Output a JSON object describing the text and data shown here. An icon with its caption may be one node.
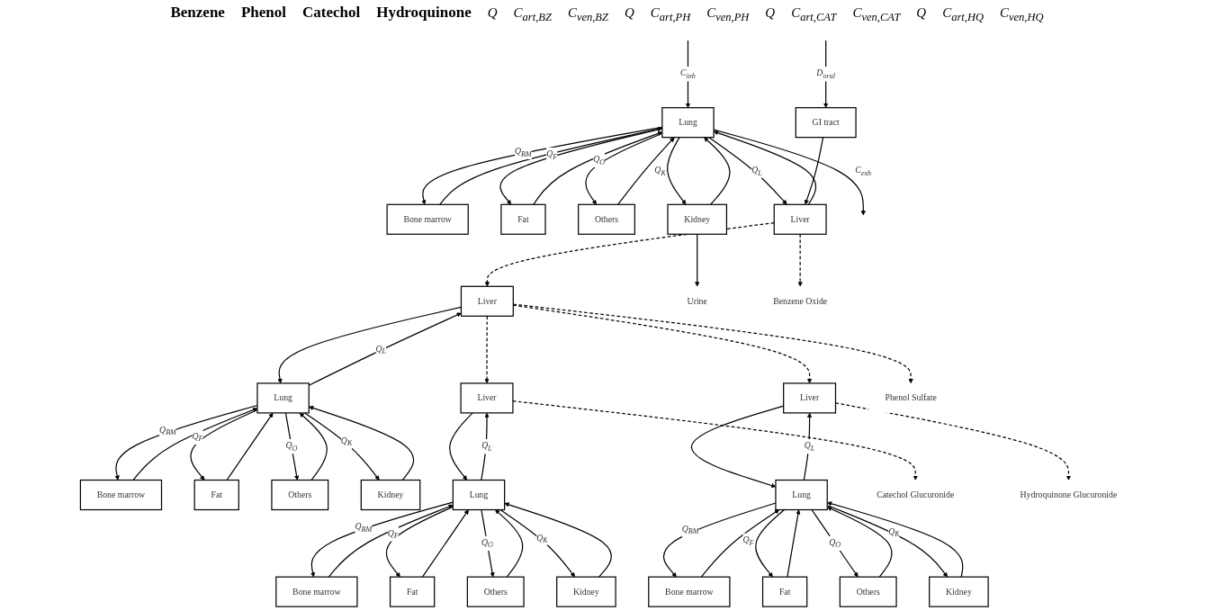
{
  "diagram": {
    "nodes": [
      {
        "text": [
          "Lung"
        ]
      },
      {
        "text": [
          "Bone marrow"
        ]
      },
      {
        "text": [
          "Fat"
        ]
      },
      {
        "text": [
          "Others"
        ]
      },
      {
        "text": [
          "Kidney"
        ]
      },
      {
        "text": [
          "Liver"
        ]
      },
      {
        "text": [
          "Lung"
        ]
      },
      {
        "text": [
          "Bone marrow"
        ]
      },
      {
        "text": [
          "Fat"
        ]
      },
      {
        "text": [
          "Others"
        ]
      },
      {
        "text": [
          "Kidney"
        ]
      },
      {
        "text": [
          "Liver"
        ]
      },
      {
        "text": [
          "Lung"
        ]
      },
      {
        "text": [
          "Bone marrow"
        ]
      },
      {
        "text": [
          "Fat"
        ]
      },
      {
        "text": [
          "Others"
        ]
      },
      {
        "text": [
          "Kidney"
        ]
      },
      {
        "text": [
          "Liver"
        ]
      },
      {
        "text": [
          "Lung"
        ]
      },
      {
        "text": [
          "Bone marrow"
        ]
      },
      {
        "text": [
          "Fat"
        ]
      },
      {
        "text": [
          "Others"
        ]
      },
      {
        "text": [
          "Kidney"
        ]
      },
      {
        "text": [
          "Liver"
        ]
      },
      {
        "text": [
          "Urine"
        ]
      },
      {
        "text": [
          "GI tract"
        ]
      },
      {
        "text": [
          "Benzene Oxide"
        ]
      },
      {
        "text": [
          "Phenol Sulfate"
        ]
      },
      {
        "text": [
          "Catechol Glucuronide"
        ]
      },
      {
        "text": [
          "Hydroquinone  Glucuronide"
        ]
      }
    ],
    "edges": [
      {
        "from": 5,
        "to": 11,
        "arrow": "to",
        "style": "dashed"
      },
      {
        "from": 11,
        "to": 17,
        "arrow": "to",
        "style": "dashed"
      },
      {
        "from": 11,
        "to": 23,
        "arrow": "to",
        "style": "dashed"
      },
      {
        "from": 5,
        "to": 26,
        "arrow": "to",
        "style": "dashed"
      },
      {
        "from": 11,
        "to": 27,
        "arrow": "to",
        "style": "dashed"
      },
      {
        "from": 17,
        "to": 28,
        "arrow": "to",
        "style": "dashed"
      },
      {
        "from": 23,
        "to": 29,
        "arrow": "to",
        "style": "dashed"
      },
      {
        "from": null,
        "to": 0,
        "arrow": "to",
        "label": "C$_{inh}$"
      },
      {
        "from": 0,
        "to": null,
        "arrow": "to",
        "label": "C$_{exh}$"
      },
      {
        "from": 0,
        "to": 1,
        "arrow": "to",
        "label": "Q$_{BM}$"
      },
      {
        "from": 0,
        "to": 2,
        "arrow": "to",
        "label": "Q$_{F}$"
      },
      {
        "from": 0,
        "to": 3,
        "arrow": "to",
        "label": "Q$_{O}$"
      },
      {
        "from": 0,
        "to": 4,
        "arrow": "to",
        "label": "Q$_{K}$"
      },
      {
        "from": 0,
        "to": 5,
        "arrow": "to",
        "label": "Q$_{L}$"
      },
      {
        "from": 1,
        "to": 0,
        "arrow": "to"
      },
      {
        "from": 2,
        "to": 0,
        "arrow": "to"
      },
      {
        "from": 3,
        "to": 0,
        "arrow": "to"
      },
      {
        "from": 4,
        "to": 0,
        "arrow": "to"
      },
      {
        "from": 5,
        "to": 0,
        "arrow": "to"
      },
      {
        "from": 4,
        "to": 24,
        "arrow": "to"
      },
      {
        "from": 25,
        "to": 5,
        "arrow": "to"
      },
      {
        "from": null,
        "to": 25,
        "arrow": "to",
        "label": "D$_{oral}$"
      },
      {
        "from": 6,
        "to": 7,
        "arrow": "to",
        "label": "Q$_{BM}$"
      },
      {
        "from": 6,
        "to": 8,
        "arrow": "to",
        "label": "Q$_{F}$"
      },
      {
        "from": 6,
        "to": 9,
        "arrow": "to",
        "label": "Q$_{O}$"
      },
      {
        "from": 6,
        "to": 10,
        "arrow": "to",
        "label": "Q$_{K}$"
      },
      {
        "from": 6,
        "to": 11,
        "arrow": "to",
        "label": "Q$_{L}$"
      },
      {
        "from": 7,
        "to": 6,
        "arrow": "to"
      },
      {
        "from": 8,
        "to": 6,
        "arrow": "to"
      },
      {
        "from": 9,
        "to": 6,
        "arrow": "to"
      },
      {
        "from": 10,
        "to": 6,
        "arrow": "to"
      },
      {
        "from": 11,
        "to": 6,
        "arrow": "to"
      },
      {
        "from": 12,
        "to": 13,
        "arrow": "to",
        "label": "Q$_{BM}$"
      },
      {
        "from": 12,
        "to": 14,
        "arrow": "to",
        "label": "Q$_{F}$"
      },
      {
        "from": 12,
        "to": 15,
        "arrow": "to",
        "label": "Q$_{O}$"
      },
      {
        "from": 12,
        "to": 16,
        "arrow": "to",
        "label": "Q$_{K}$"
      },
      {
        "from": 12,
        "to": 17,
        "arrow": "to",
        "label": "Q$_{L}$"
      },
      {
        "from": 13,
        "to": 12,
        "arrow": "to"
      },
      {
        "from": 14,
        "to": 12,
        "arrow": "to"
      },
      {
        "from": 15,
        "to": 12,
        "arrow": "to"
      },
      {
        "from": 16,
        "to": 12,
        "arrow": "to"
      },
      {
        "from": 17,
        "to": 12,
        "arrow": "to"
      },
      {
        "from": 18,
        "to": 19,
        "arrow": "to",
        "label": "Q$_{BM}$"
      },
      {
        "from": 18,
        "to": 20,
        "arrow": "to",
        "label": "Q$_{F}$"
      },
      {
        "from": 18,
        "to": 21,
        "arrow": "to",
        "label": "Q$_{O}$"
      },
      {
        "from": 18,
        "to": 22,
        "arrow": "to",
        "label": "Q$_{K}$"
      },
      {
        "from": 18,
        "to": 23,
        "arrow": "to",
        "label": "Q$_{L}$"
      },
      {
        "from": 19,
        "to": 18,
        "arrow": "to"
      },
      {
        "from": 20,
        "to": 18,
        "arrow": "to"
      },
      {
        "from": 21,
        "to": 18,
        "arrow": "to"
      },
      {
        "from": 22,
        "to": 18,
        "arrow": "to"
      },
      {
        "from": 23,
        "to": 18,
        "arrow": "to"
      }
    ],
    "labels": [
      "Benzene",
      "Phenol",
      "Catechol",
      "Hydroquinone",
      "Q",
      "C$_{art,BZ}$",
      "C$_{ven,BZ}$",
      "Q",
      "C$_{art,PH}$",
      "C$_{ven,PH}$",
      "Q",
      "C$_{art,CAT}$",
      "C$_{ven,CAT}$",
      "Q",
      "C$_{art,HQ}$",
      "C$_{ven,HQ}$"
    ]
  }
}
